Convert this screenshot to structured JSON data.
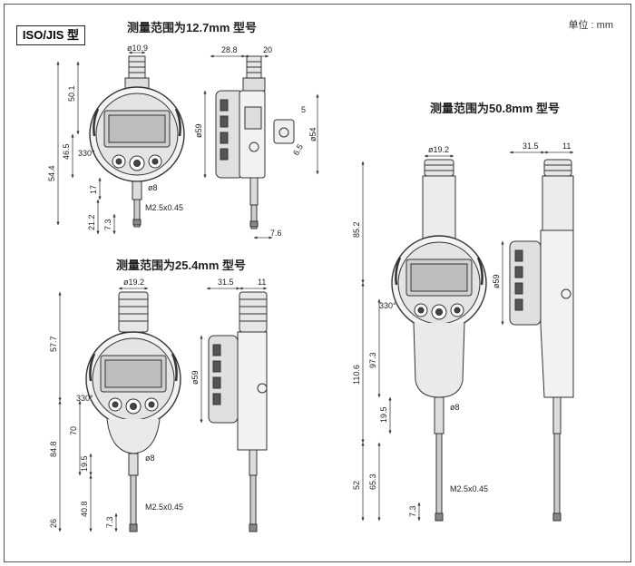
{
  "header": {
    "standard": "ISO/JIS 型",
    "unit": "单位 : mm"
  },
  "models": [
    {
      "title": "测量范围为12.7mm 型号",
      "front": {
        "d_top": "ø10.9",
        "h_top": "50.1",
        "h_face": "46.5",
        "h_overall": "54.4",
        "angle": "330°",
        "h_stem": "17",
        "stem": "ø8",
        "h_tip": "21.2",
        "h_pt": "7.3",
        "thread": "M2.5x0.45"
      },
      "side": {
        "w_depth": "28.8",
        "w_back": "20",
        "dia_face": "ø59",
        "h_lug": "5",
        "w_lug": "6.5",
        "dia_back": "ø54",
        "d_tip": "7.6"
      }
    },
    {
      "title": "测量范围为25.4mm 型号",
      "front": {
        "d_top": "ø19.2",
        "h_top": "57.7",
        "angle": "330°",
        "h_mid": "70",
        "h_overall": "84.8",
        "h_stem": "19.5",
        "stem": "ø8",
        "h_tip": "40.8",
        "h_pt": "7.3",
        "h_travel": "26",
        "thread": "M2.5x0.45"
      },
      "side": {
        "w_depth": "31.5",
        "w_back": "11",
        "dia_face": "ø59"
      }
    },
    {
      "title": "测量范围为50.8mm 型号",
      "front": {
        "d_top": "ø19.2",
        "h_top": "85.2",
        "angle": "330°",
        "h_mid": "97.3",
        "h_overall": "110.6",
        "h_stem": "19.5",
        "stem": "ø8",
        "h_tip": "65.3",
        "h_travel": "52",
        "h_pt": "7.3",
        "thread": "M2.5x0.45"
      },
      "side": {
        "w_depth": "31.5",
        "w_back": "11",
        "dia_face": "ø59"
      }
    }
  ]
}
